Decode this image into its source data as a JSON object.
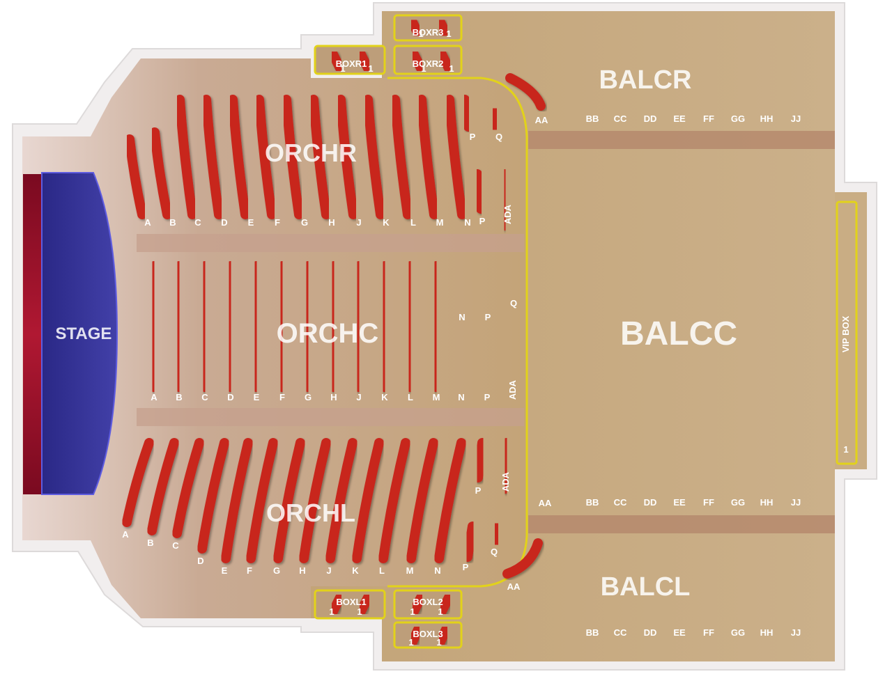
{
  "stage": {
    "label": "STAGE"
  },
  "sections": {
    "orchr": {
      "label": "ORCHR",
      "rows": [
        "A",
        "B",
        "C",
        "D",
        "E",
        "F",
        "G",
        "H",
        "J",
        "K",
        "L",
        "M",
        "N",
        "P",
        "Q",
        "ADA"
      ]
    },
    "orchc": {
      "label": "ORCHC",
      "rows": [
        "A",
        "B",
        "C",
        "D",
        "E",
        "F",
        "G",
        "H",
        "J",
        "K",
        "L",
        "M",
        "N",
        "P",
        "Q",
        "ADA"
      ]
    },
    "orchl": {
      "label": "ORCHL",
      "rows": [
        "A",
        "B",
        "C",
        "D",
        "E",
        "F",
        "G",
        "H",
        "J",
        "K",
        "L",
        "M",
        "N",
        "P",
        "Q",
        "ADA"
      ]
    },
    "balcr": {
      "label": "BALCR",
      "rows": [
        "AA",
        "BB",
        "CC",
        "DD",
        "EE",
        "FF",
        "GG",
        "HH",
        "JJ"
      ]
    },
    "balcc": {
      "label": "BALCC",
      "rows": [
        "AA",
        "BB",
        "CC",
        "DD",
        "EE",
        "FF",
        "GG",
        "HH",
        "JJ"
      ]
    },
    "balcl": {
      "label": "BALCL",
      "rows": [
        "AA",
        "BB",
        "CC",
        "DD",
        "EE",
        "FF",
        "GG",
        "HH",
        "JJ"
      ]
    },
    "vipbox": {
      "label": "VIP BOX",
      "seat": "1"
    }
  },
  "boxes": [
    {
      "label": "BOXR3",
      "seat": "1"
    },
    {
      "label": "BOXR1",
      "seat": "1"
    },
    {
      "label": "BOXR2",
      "seat": "1"
    },
    {
      "label": "BOXL1",
      "seat": "1"
    },
    {
      "label": "BOXL2",
      "seat": "1"
    },
    {
      "label": "BOXL3",
      "seat": "1"
    }
  ],
  "colors": {
    "seat": "#c8251c",
    "floor": "#c9ac80",
    "aisle": "#b48a6e",
    "stage": "#3c3aa0",
    "curtain": "#9c0f28",
    "box_outline": "#e2d21a"
  }
}
